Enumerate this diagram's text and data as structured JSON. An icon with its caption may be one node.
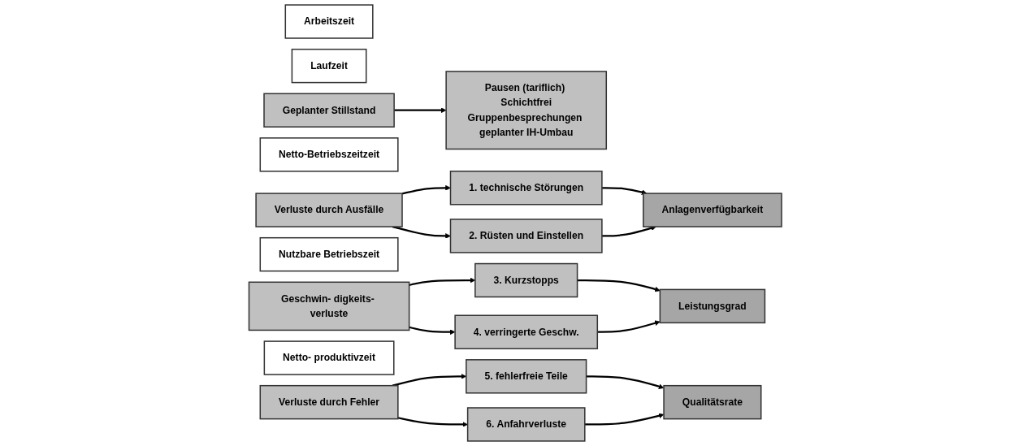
{
  "diagram": {
    "nodes": [
      {
        "text": [
          "Arbeitszeit"
        ]
      },
      {
        "text": [
          "Laufzeit"
        ]
      },
      {
        "text": [
          "Geplanter Stillstand"
        ]
      },
      {
        "text": [
          "Netto-Betriebszeitzeit"
        ]
      },
      {
        "text": [
          "Verluste durch Ausfälle"
        ]
      },
      {
        "text": [
          "Nutzbare Betriebszeit"
        ]
      },
      {
        "text": [
          "Geschwin- digkeits- verluste"
        ]
      },
      {
        "text": [
          "Netto- produktivzeit"
        ]
      },
      {
        "text": [
          "Verluste durch Fehler"
        ]
      },
      {
        "text": [
          "Pausen (tariflich) Schichtfrei",
          "Gruppenbesprechungen geplanter IH-Umbau"
        ]
      },
      {
        "text": [
          "1. technische Störungen"
        ]
      },
      {
        "text": [
          "2. Rüsten und Einstellen"
        ]
      },
      {
        "text": [
          "Anlagenverfügbarkeit"
        ]
      },
      {
        "text": [
          "3. Kurzstopps"
        ]
      },
      {
        "text": [
          "4. verringerte Geschw."
        ]
      },
      {
        "text": [
          "Leistungsgrad"
        ]
      },
      {
        "text": [
          "5. fehlerfreie Teile"
        ]
      },
      {
        "text": [
          "6. Anfahrverluste"
        ]
      },
      {
        "text": [
          "Qualitätsrate"
        ]
      }
    ],
    "edges": [
      {
        "from": 2,
        "to": 9,
        "arrow": "to"
      },
      {
        "from": 4,
        "to": 10,
        "arrow": "to"
      },
      {
        "from": 4,
        "to": 11,
        "arrow": "to"
      },
      {
        "from": 10,
        "to": 12,
        "arrow": "to"
      },
      {
        "from": 11,
        "to": 12,
        "arrow": "to"
      },
      {
        "from": 6,
        "to": 13,
        "arrow": "to"
      },
      {
        "from": 6,
        "to": 14,
        "arrow": "to"
      },
      {
        "from": 13,
        "to": 15,
        "arrow": "to"
      },
      {
        "from": 14,
        "to": 15,
        "arrow": "to"
      },
      {
        "from": 8,
        "to": 16,
        "arrow": "to"
      },
      {
        "from": 8,
        "to": 17,
        "arrow": "to"
      },
      {
        "from": 16,
        "to": 18,
        "arrow": "to"
      },
      {
        "from": 17,
        "to": 18,
        "arrow": "to"
      }
    ]
  }
}
